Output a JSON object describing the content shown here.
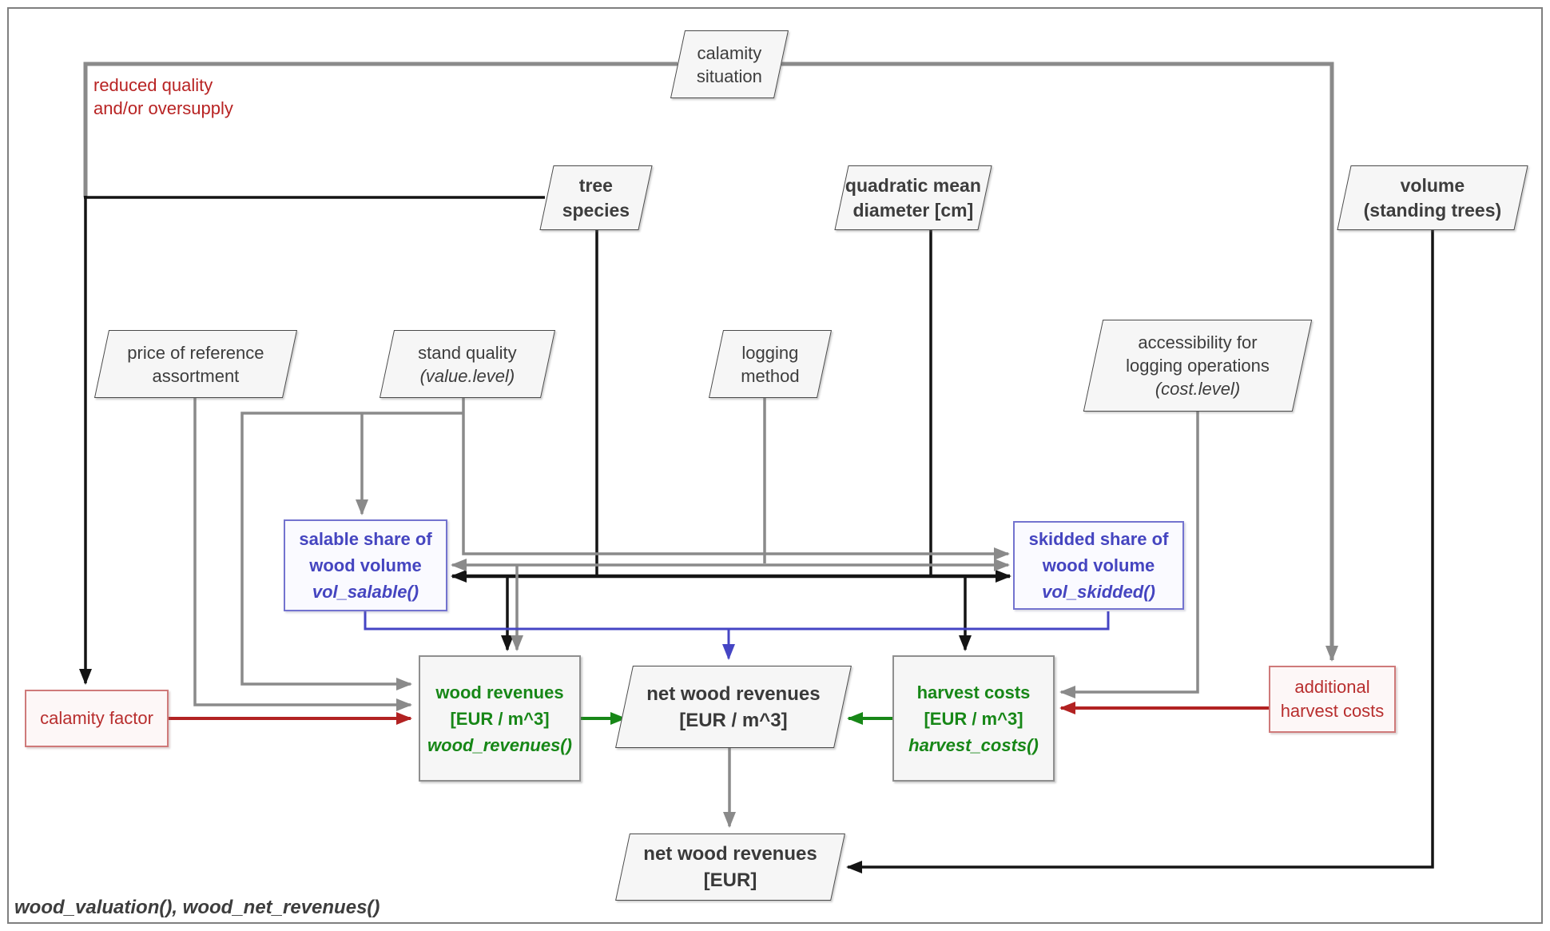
{
  "caption": "wood_valuation(), wood_net_revenues()",
  "annotation": {
    "line1": "reduced quality",
    "line2": "and/or oversupply"
  },
  "nodes": {
    "calamity_situation": {
      "line1": "calamity",
      "line2": "situation"
    },
    "tree_species": {
      "line1": "tree",
      "line2": "species"
    },
    "qmd": {
      "line1": "quadratic mean",
      "line2": "diameter [cm]"
    },
    "volume": {
      "line1": "volume",
      "line2": "(standing trees)"
    },
    "price_ref": {
      "line1": "price of reference",
      "line2": "assortment"
    },
    "stand_quality": {
      "line1": "stand quality",
      "line2": "(value.level)"
    },
    "logging_method": {
      "line1": "logging",
      "line2": "method"
    },
    "accessibility": {
      "line1": "accessibility for",
      "line2": "logging operations",
      "line3": "(cost.level)"
    },
    "salable": {
      "line1": "salable share of",
      "line2": "wood volume",
      "line3": "vol_salable()"
    },
    "skidded": {
      "line1": "skidded share of",
      "line2": "wood volume",
      "line3": "vol_skidded()"
    },
    "wood_revenues": {
      "line1": "wood revenues",
      "line2": "[EUR / m^3]",
      "line3": "wood_revenues()"
    },
    "harvest_costs": {
      "line1": "harvest costs",
      "line2": "[EUR / m^3]",
      "line3": "harvest_costs()"
    },
    "calamity_factor": {
      "line1": "calamity factor"
    },
    "additional_costs": {
      "line1": "additional",
      "line2": "harvest costs"
    },
    "net_m3": {
      "line1": "net wood revenues",
      "line2": "[EUR / m^3]"
    },
    "net_eur": {
      "line1": "net wood revenues",
      "line2": "[EUR]"
    }
  },
  "colors": {
    "line_gray": "#8a8a8a",
    "line_black": "#141414",
    "line_blue": "#4545c4",
    "line_green": "#178717",
    "line_red": "#b22222",
    "text_dark": "#3d3d3d",
    "text_blue": "#4545c0",
    "text_green": "#178717",
    "text_red": "#b82e2e",
    "node_fill": "#f6f6f6"
  },
  "edges": [
    {
      "from": "calamity_situation",
      "to": "calamity_factor",
      "color": "gray/black",
      "note": "reduced quality and/or oversupply"
    },
    {
      "from": "calamity_situation",
      "to": "tree_species",
      "color": "black"
    },
    {
      "from": "calamity_situation",
      "to": "additional_costs",
      "color": "gray"
    },
    {
      "from": "tree_species",
      "to": "salable, skidded, wood_revenues, harvest_costs",
      "color": "black"
    },
    {
      "from": "qmd",
      "to": "salable, skidded, wood_revenues, harvest_costs",
      "color": "black"
    },
    {
      "from": "stand_quality",
      "to": "salable, skidded, wood_revenues",
      "color": "gray"
    },
    {
      "from": "logging_method",
      "to": "salable, skidded, wood_revenues",
      "color": "gray"
    },
    {
      "from": "price_ref",
      "to": "wood_revenues",
      "color": "gray"
    },
    {
      "from": "calamity_factor",
      "to": "wood_revenues",
      "color": "red"
    },
    {
      "from": "salable, skidded",
      "to": "net_m3",
      "color": "blue"
    },
    {
      "from": "accessibility",
      "to": "harvest_costs",
      "color": "gray"
    },
    {
      "from": "additional_costs",
      "to": "harvest_costs",
      "color": "red"
    },
    {
      "from": "wood_revenues",
      "to": "net_m3",
      "color": "green"
    },
    {
      "from": "harvest_costs",
      "to": "net_m3",
      "color": "green"
    },
    {
      "from": "net_m3",
      "to": "net_eur",
      "color": "gray"
    },
    {
      "from": "volume",
      "to": "net_eur",
      "color": "black"
    }
  ]
}
